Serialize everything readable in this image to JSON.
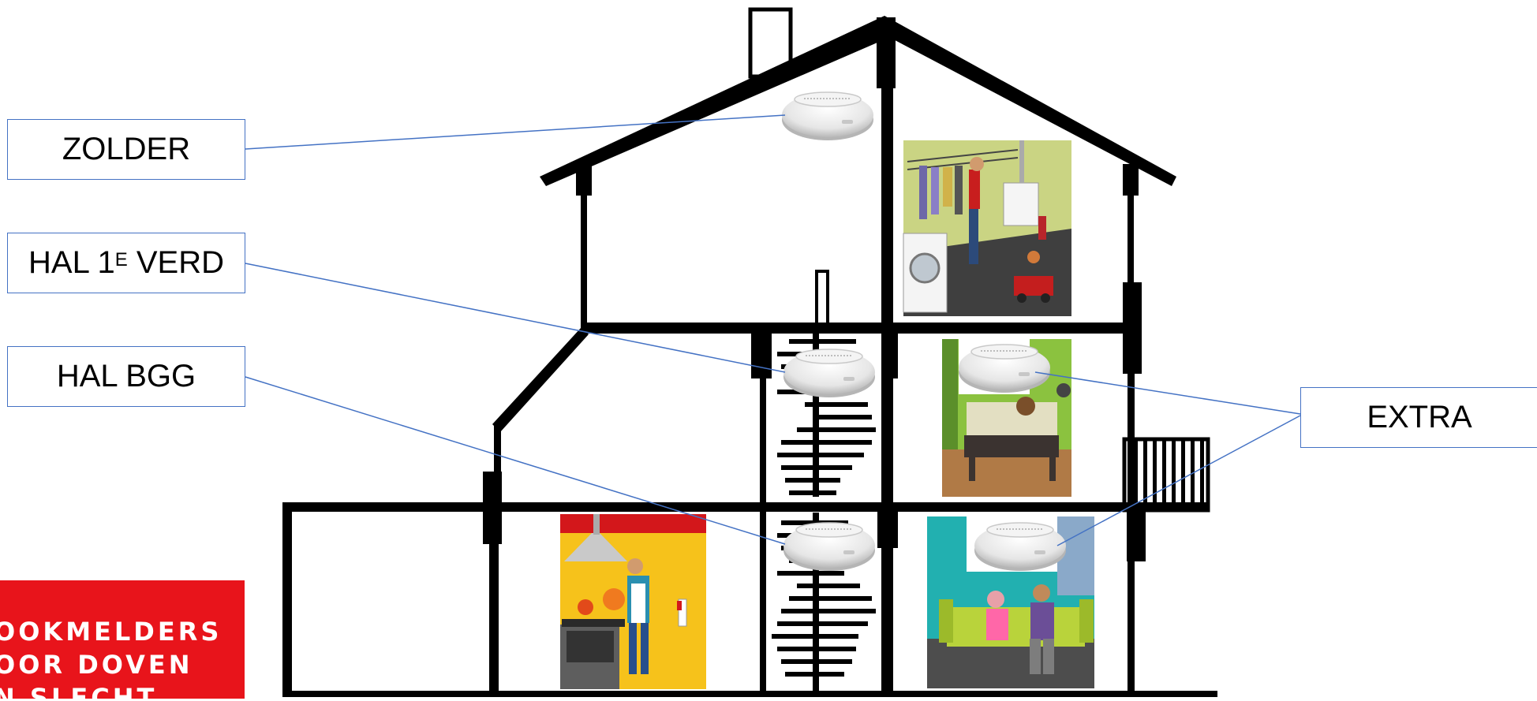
{
  "labels": {
    "zolder": "ZOLDER",
    "hal1_prefix": "HAL 1",
    "hal1_sup": "E",
    "hal1_suffix": " VERD",
    "hal_bgg": "HAL BGG",
    "extra": "EXTRA"
  },
  "logo": {
    "lines": [
      "OOKMELDERS",
      "OOR DOVEN",
      "N SLECHT"
    ]
  },
  "colors": {
    "house": "#000000",
    "connector": "#4472c4",
    "logo_bg": "#e8141b",
    "detector": "#e9e9e9"
  },
  "icons": {
    "detector": "smoke-detector-icon"
  }
}
